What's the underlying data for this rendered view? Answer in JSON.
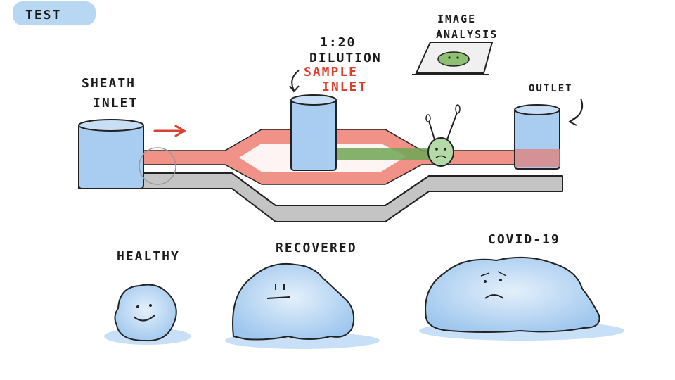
{
  "header": {
    "tab_label": "TEST"
  },
  "diagram": {
    "labels": {
      "sheath_inlet_line1": "SHEATH",
      "sheath_inlet_line2": "INLET",
      "dilution_line1": "1:20",
      "dilution_line2": "DILUTION",
      "sample_inlet_line1": "SAMPLE",
      "sample_inlet_line2": "INLET",
      "image_analysis_line1": "IMAGE",
      "image_analysis_line2": "ANALYSIS",
      "outlet": "OUTLET"
    },
    "cells": [
      {
        "label": "HEALTHY"
      },
      {
        "label": "RECOVERED"
      },
      {
        "label": "COVID-19"
      }
    ],
    "colors": {
      "reservoir_blue": "#a9cdf0",
      "flow_red": "#ef7f73",
      "channel_gray": "#bdbdbd",
      "sample_green": "#6fa653",
      "cell_blue": "#b9d8f5",
      "header_blue": "#b8d7f3"
    }
  }
}
